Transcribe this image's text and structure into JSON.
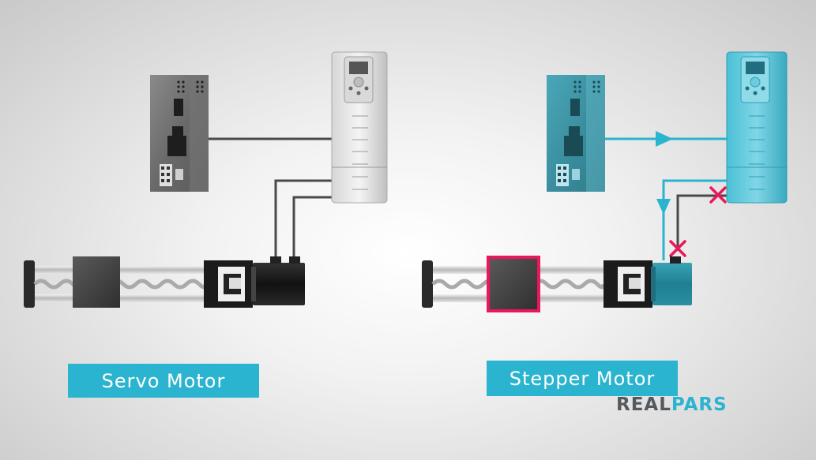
{
  "labels": {
    "servo": "Servo Motor",
    "stepper": "Stepper Motor"
  },
  "logo": {
    "part1": "REAL",
    "part2": "PARS"
  },
  "colors": {
    "accent": "#2ab4cf",
    "highlight": "#e8185a",
    "cross": "#e8185a",
    "wire_grey": "#4a4a4a",
    "wire_blue": "#2ab4cf"
  },
  "icons": {
    "plc": "plc-controller-icon",
    "drive": "motor-drive-icon",
    "actuator": "linear-actuator-icon",
    "motor": "motor-icon",
    "arrow": "flow-arrow-icon",
    "cross": "blocked-cross-icon"
  }
}
